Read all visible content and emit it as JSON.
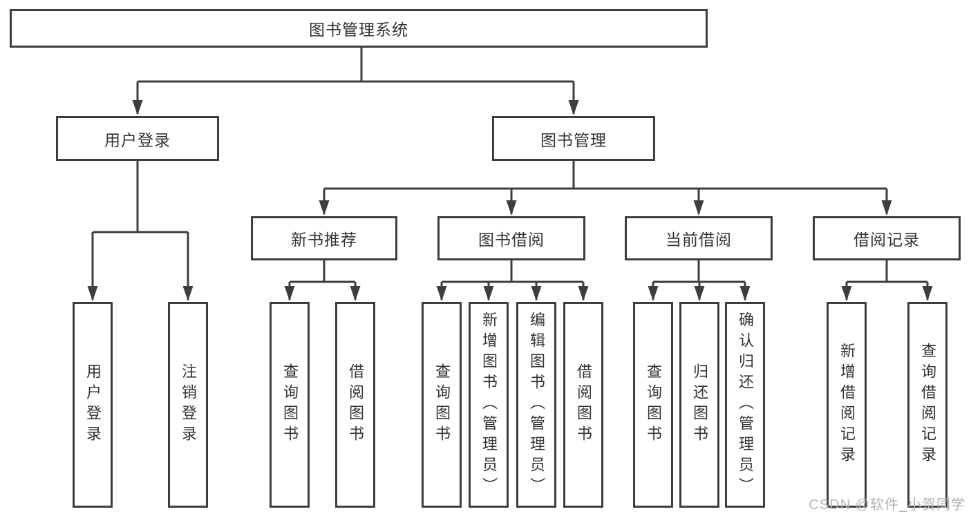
{
  "tree": {
    "root": {
      "label": "图书管理系统"
    },
    "branches": [
      {
        "label": "用户登录",
        "children": [
          {
            "label": "用户登录"
          },
          {
            "label": "注销登录"
          }
        ]
      },
      {
        "label": "图书管理",
        "children": [
          {
            "label": "新书推荐",
            "children": [
              {
                "label": "查询图书"
              },
              {
                "label": "借阅图书"
              }
            ]
          },
          {
            "label": "图书借阅",
            "children": [
              {
                "label": "查询图书"
              },
              {
                "label": "新增图书（管理员）"
              },
              {
                "label": "编辑图书（管理员）"
              },
              {
                "label": "借阅图书"
              }
            ]
          },
          {
            "label": "当前借阅",
            "children": [
              {
                "label": "查询图书"
              },
              {
                "label": "归还图书"
              },
              {
                "label": "确认归还（管理员）"
              }
            ]
          },
          {
            "label": "借阅记录",
            "children": [
              {
                "label": "新增借阅记录"
              },
              {
                "label": "查询借阅记录"
              }
            ]
          }
        ]
      }
    ]
  },
  "watermark": {
    "text": "CSDN @软件_小贺同学"
  },
  "colors": {
    "line": "#3d3d3d",
    "box_border": "#3d3d3d",
    "text": "#333333",
    "background": "#ffffff",
    "watermark": "#b3b3ba"
  }
}
